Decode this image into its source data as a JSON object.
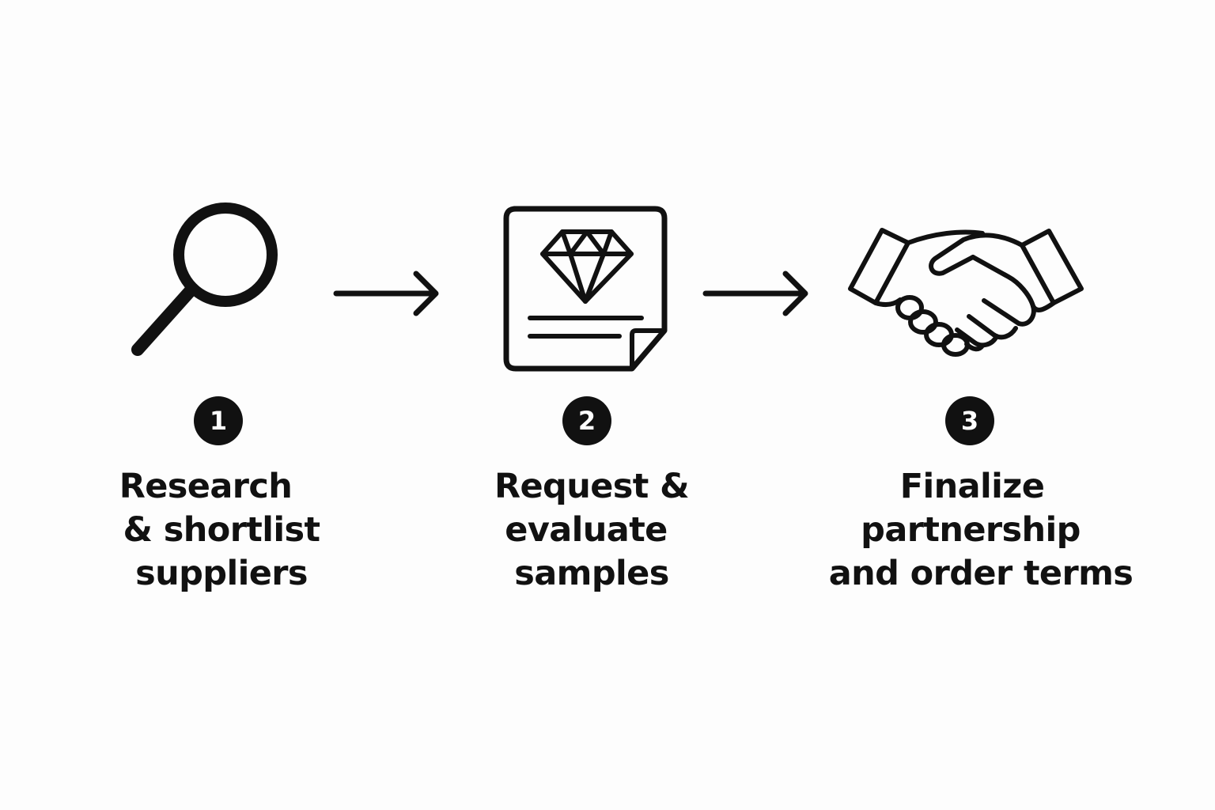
{
  "steps": [
    {
      "number": "1",
      "icon": "magnifying-glass-icon",
      "label_lines": [
        "Research",
        "& shortlist",
        "suppliers"
      ]
    },
    {
      "number": "2",
      "icon": "diamond-document-icon",
      "label_lines": [
        "Request &",
        "evaluate",
        "samples"
      ]
    },
    {
      "number": "3",
      "icon": "handshake-icon",
      "label_lines": [
        "Finalize",
        "partnership",
        "and order terms"
      ]
    }
  ],
  "colors": {
    "ink": "#111111",
    "background": "#fdfdfd",
    "badge_text": "#ffffff"
  }
}
